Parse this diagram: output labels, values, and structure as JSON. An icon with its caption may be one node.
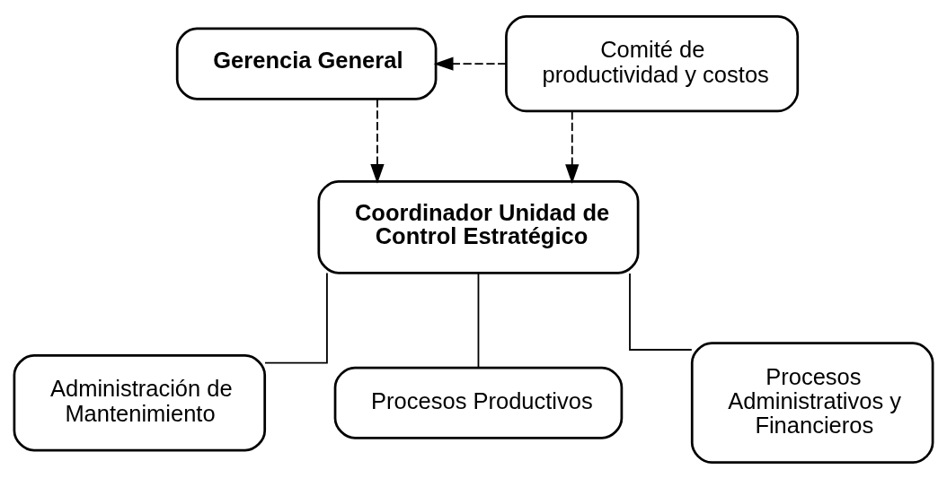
{
  "diagram": {
    "nodes": [
      {
        "text": [
          "Gerencia General"
        ]
      },
      {
        "text": [
          "Comité de productividad y costos"
        ]
      },
      {
        "text": [
          "Coordinador Unidad de Control Estratégico"
        ]
      },
      {
        "text": [
          "Administración de Mantenimiento"
        ]
      },
      {
        "text": [
          "Procesos Productivos"
        ]
      },
      {
        "text": [
          "Procesos Administrativos y Financieros"
        ]
      }
    ],
    "edges": [
      {
        "from": 1,
        "to": 0,
        "arrow": "to",
        "style": "dashed"
      },
      {
        "from": 0,
        "to": 2,
        "arrow": "to",
        "style": "dashed"
      },
      {
        "from": 1,
        "to": 2,
        "arrow": "to",
        "style": "dashed"
      },
      {
        "from": 2,
        "to": 3,
        "arrow": "none"
      },
      {
        "from": 2,
        "to": 4,
        "arrow": "none"
      },
      {
        "from": 2,
        "to": 5,
        "arrow": "none"
      }
    ]
  }
}
